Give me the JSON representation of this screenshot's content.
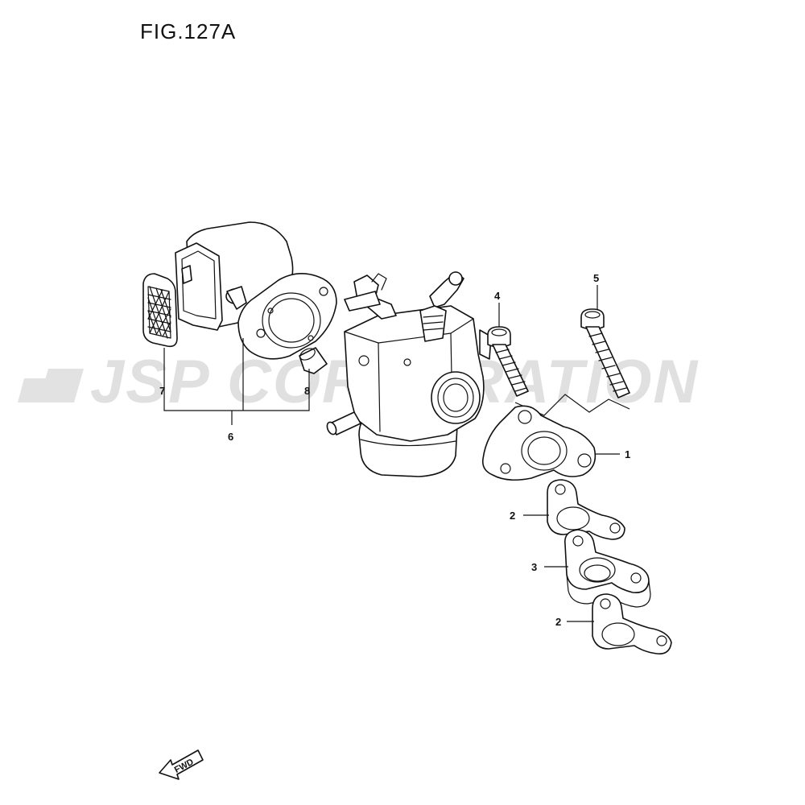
{
  "figure": {
    "title": "FIG.127A"
  },
  "watermark": {
    "text": "JSP CORPORATION"
  },
  "direction_badge": {
    "text": "FWD"
  },
  "callouts": {
    "part_1": "1",
    "part_2_upper": "2",
    "part_3": "3",
    "part_2_lower": "2",
    "part_4": "4",
    "part_5": "5",
    "part_6": "6",
    "part_7": "7",
    "part_8": "8"
  }
}
